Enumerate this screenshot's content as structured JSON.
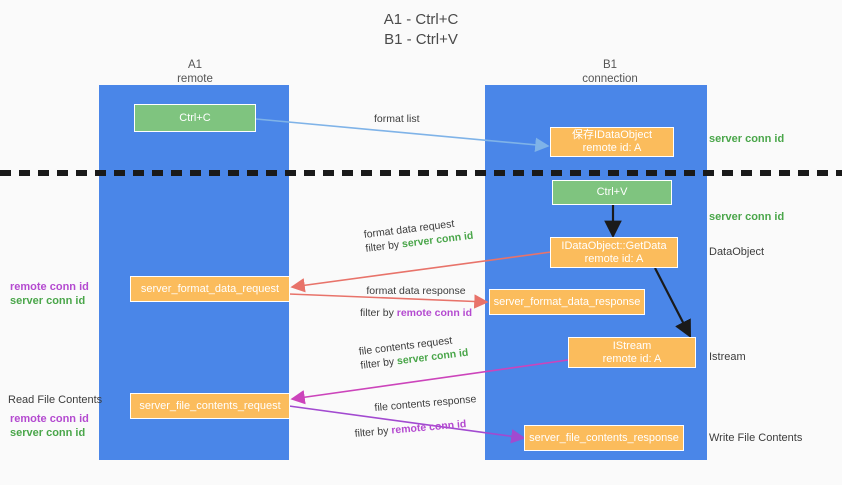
{
  "title": {
    "line1": "A1 - Ctrl+C",
    "line2": "B1 - Ctrl+V"
  },
  "columns": [
    {
      "name": "A1",
      "sub": "remote"
    },
    {
      "name": "B1",
      "sub": "connection"
    }
  ],
  "boxes": {
    "ctrl_c": "Ctrl+C",
    "ctrl_v": "Ctrl+V",
    "idataobject_l1": "保存IDataObject",
    "idataobject_l2": "remote id: A",
    "getdata_l1": "IDataObject::GetData",
    "getdata_l2": "remote id: A",
    "istream_l1": "IStream",
    "istream_l2": "remote id: A",
    "server_format_data_request": "server_format_data_request",
    "server_format_data_response": "server_format_data_response",
    "server_file_contents_request": "server_file_contents_request",
    "server_file_contents_response": "server_file_contents_response"
  },
  "edge_labels": {
    "format_list": "format list",
    "format_data_request": "format data request",
    "format_data_request_filter_prefix": "filter by ",
    "format_data_request_filter_value": "server conn id",
    "format_data_response": "format data response",
    "format_data_response_filter_prefix": "filter by ",
    "format_data_response_filter_value": "remote conn id",
    "file_contents_request": "file contents request",
    "file_contents_request_filter_prefix": "filter by ",
    "file_contents_request_filter_value": "server conn id",
    "file_contents_response": "file contents response",
    "file_contents_response_filter_prefix": "filter by ",
    "file_contents_response_filter_value": "remote conn id"
  },
  "right_notes": {
    "server_conn_id_top": "server conn id",
    "server_conn_id_mid": "server conn id",
    "dataobject": "DataObject",
    "istream": "Istream",
    "write_file_contents": "Write File Contents"
  },
  "left_notes": {
    "remote_conn_id_1": "remote conn id",
    "server_conn_id_1": "server conn id",
    "read_file_contents": "Read File Contents",
    "remote_conn_id_2": "remote conn id",
    "server_conn_id_2": "server conn id"
  },
  "colors": {
    "lane": "#4a86e8",
    "green_box": "#7fc47f",
    "orange_box": "#fbbc5c",
    "green_text": "#4aa64a",
    "purple_text": "#b44ad0",
    "arrow_blue": "#7fb3e8",
    "arrow_red": "#e8736a",
    "arrow_black": "#1a1a1a",
    "arrow_magenta": "#cc44bb",
    "arrow_purple": "#a24ad0"
  }
}
